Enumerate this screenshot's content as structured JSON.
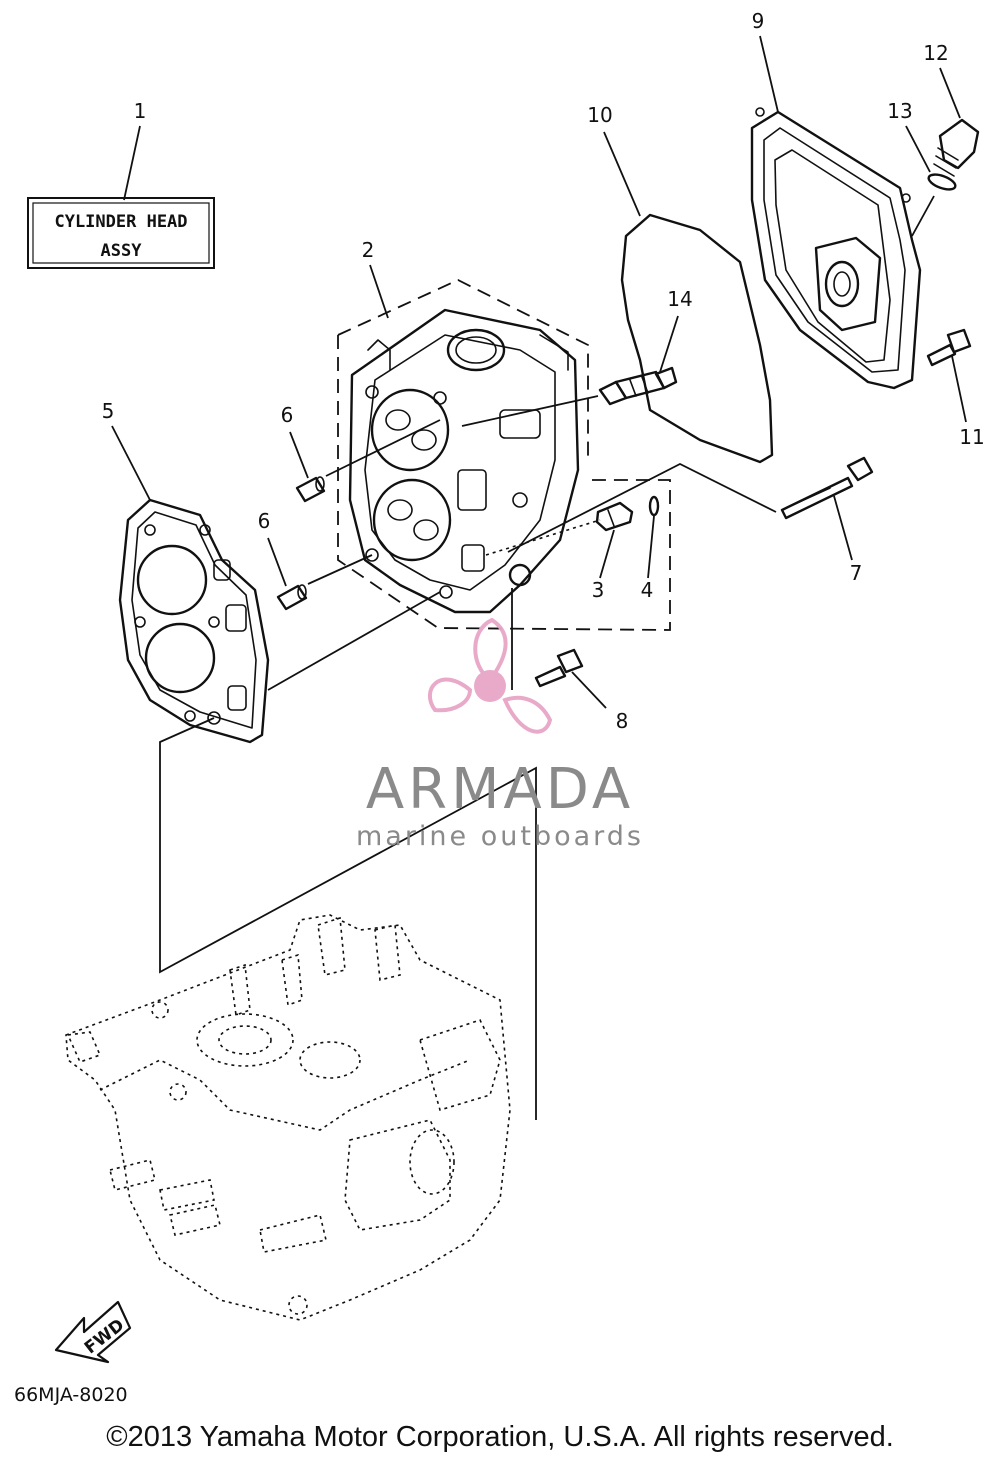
{
  "assembly_box": {
    "line1": "CYLINDER HEAD",
    "line2": "ASSY"
  },
  "callouts": {
    "c1": "1",
    "c2": "2",
    "c3": "3",
    "c4": "4",
    "c5": "5",
    "c6a": "6",
    "c6b": "6",
    "c7": "7",
    "c8": "8",
    "c9": "9",
    "c10": "10",
    "c11": "11",
    "c12": "12",
    "c13": "13",
    "c14": "14"
  },
  "watermark": {
    "brand": "ARMADA",
    "tagline": "marine outboards",
    "accent_color": "#e8a6c8",
    "text_color": "#8a8a8a"
  },
  "fwd_label": "FWD",
  "diagram_code": "66MJA-8020",
  "copyright": "©2013 Yamaha Motor Corporation, U.S.A. All rights reserved."
}
